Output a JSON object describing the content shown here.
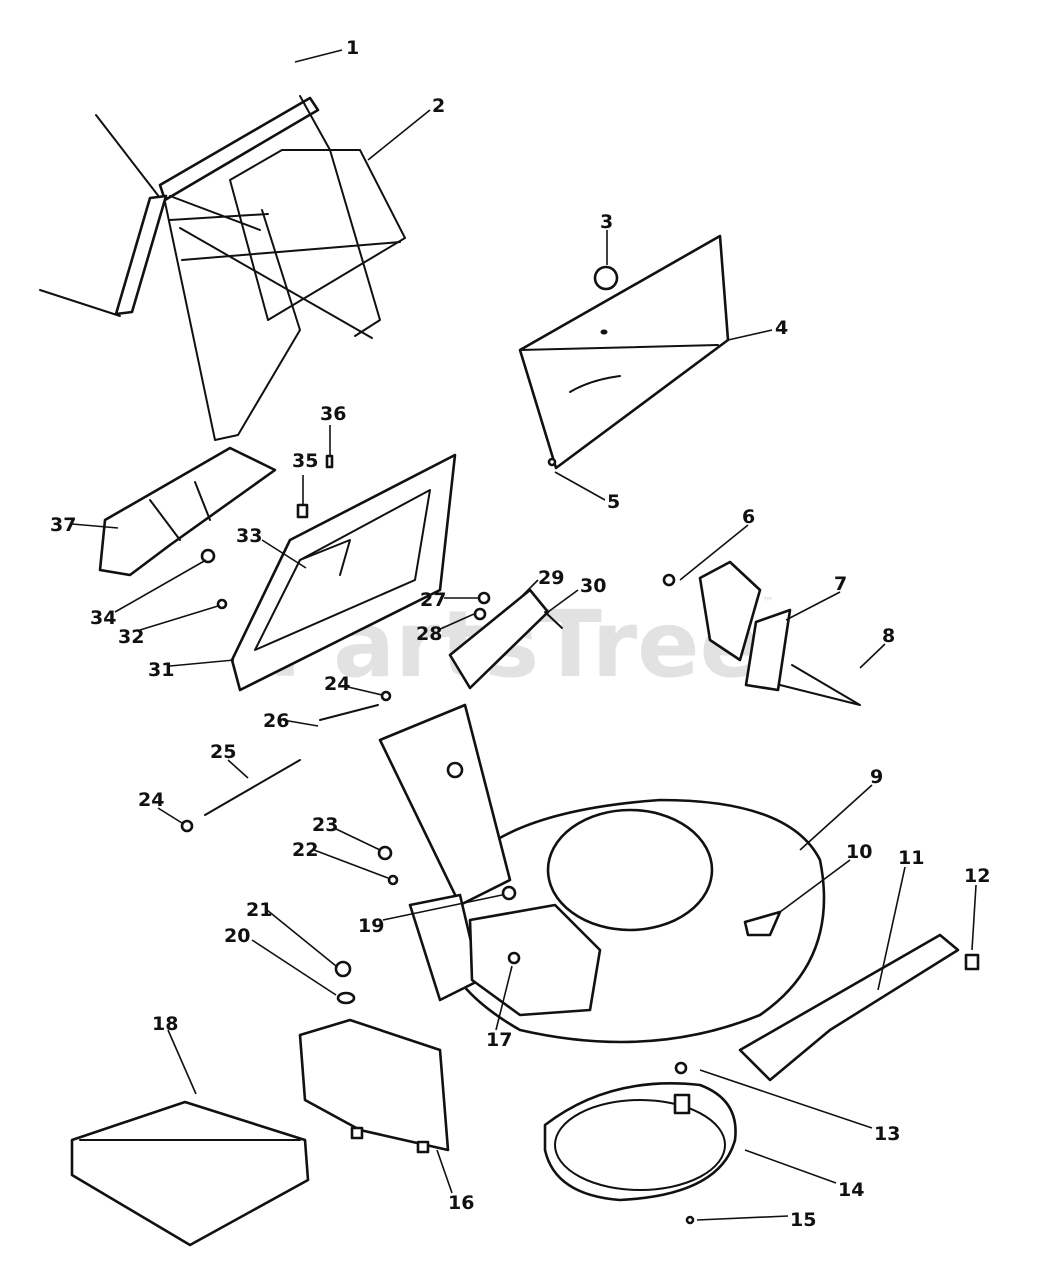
{
  "watermark": {
    "text": "PartsTree",
    "trademark": "™"
  },
  "callouts": [
    "1",
    "2",
    "3",
    "4",
    "5",
    "6",
    "7",
    "8",
    "9",
    "10",
    "11",
    "12",
    "13",
    "14",
    "15",
    "16",
    "17",
    "18",
    "19",
    "20",
    "21",
    "22",
    "23",
    "24",
    "24",
    "25",
    "26",
    "27",
    "28",
    "29",
    "30",
    "31",
    "32",
    "33",
    "34",
    "35",
    "36",
    "37"
  ],
  "colors": {
    "ink": "#111111",
    "paper": "#ffffff",
    "watermark": "#d9d9d9"
  }
}
